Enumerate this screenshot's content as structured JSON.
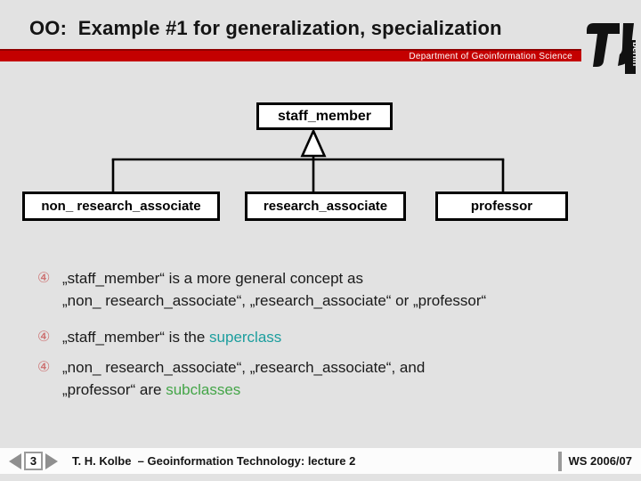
{
  "header": {
    "title": "OO:  Example #1 for generalization, specialization",
    "banner": "Department of Geoinformation Science",
    "logo_city": "berlin"
  },
  "diagram": {
    "superclass": "staff_member",
    "subclasses": [
      "non_ research_associate",
      "research_associate",
      "professor"
    ]
  },
  "bullets": {
    "marker": "④",
    "b1": {
      "line1": "„staff_member“ is a more general concept as",
      "line2": "„non_ research_associate“, „research_associate“ or „professor“"
    },
    "b2": {
      "pre": "„staff_member“ is the ",
      "highlight": "superclass"
    },
    "b3": {
      "line1": "„non_ research_associate“, „research_associate“, and",
      "line2_pre": "„professor“ are ",
      "line2_highlight": "subclasses"
    }
  },
  "footer": {
    "page": "3",
    "credit": "T. H. Kolbe  – Geoinformation Technology: lecture 2",
    "term": "WS 2006/07"
  },
  "colors": {
    "accent_red": "#c40000",
    "accent_red_dark": "#8e0000",
    "superclass_highlight": "#1c9e9e",
    "subclass_highlight": "#44a548",
    "bullet_marker": "#cc6b6b"
  }
}
